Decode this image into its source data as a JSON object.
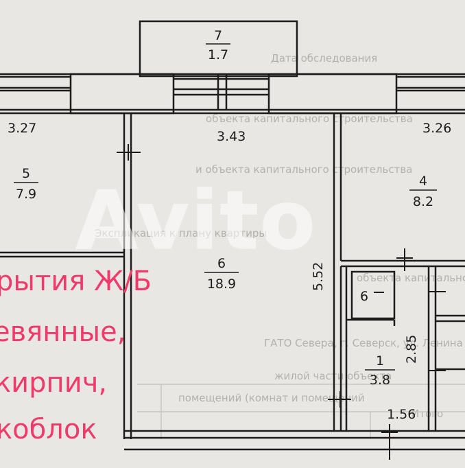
{
  "colors": {
    "background": "#e9e7e4",
    "wall": "#1c1c1c",
    "text": "#1d1d1d",
    "faint_text": "#b4b1ad",
    "overlay_text": "#f03a6a",
    "watermark": "#ffffff"
  },
  "rooms": [
    {
      "number": "7",
      "area": "1.7"
    },
    {
      "number": "5",
      "area": "7.9"
    },
    {
      "number": "6",
      "area": "18.9"
    },
    {
      "number": "4",
      "area": "8.2"
    },
    {
      "number": "1",
      "area": "3.8"
    }
  ],
  "dimensions": {
    "d_327": "3.27",
    "d_343": "3.43",
    "d_326": "3.26",
    "d_552": "5.52",
    "d_285": "2.85",
    "d_156": "1.56"
  },
  "closet_label": "6",
  "watermark_text": "Avito",
  "overlay_lines": [
    "рытия Ж/Б",
    "евянные,",
    "кирпич,",
    "коблок"
  ],
  "faint_background_text": [
    "Дата обследования",
    "объекта капитального строительства",
    "и объекта капитального строительства",
    "Экспликация к плану квартиры",
    "объекта капитального строительства",
    "ГАТО Севера, г. Северск, ул. Ленина",
    "жилой части объекта",
    "помещений (комнат и помещений",
    "Итого"
  ]
}
